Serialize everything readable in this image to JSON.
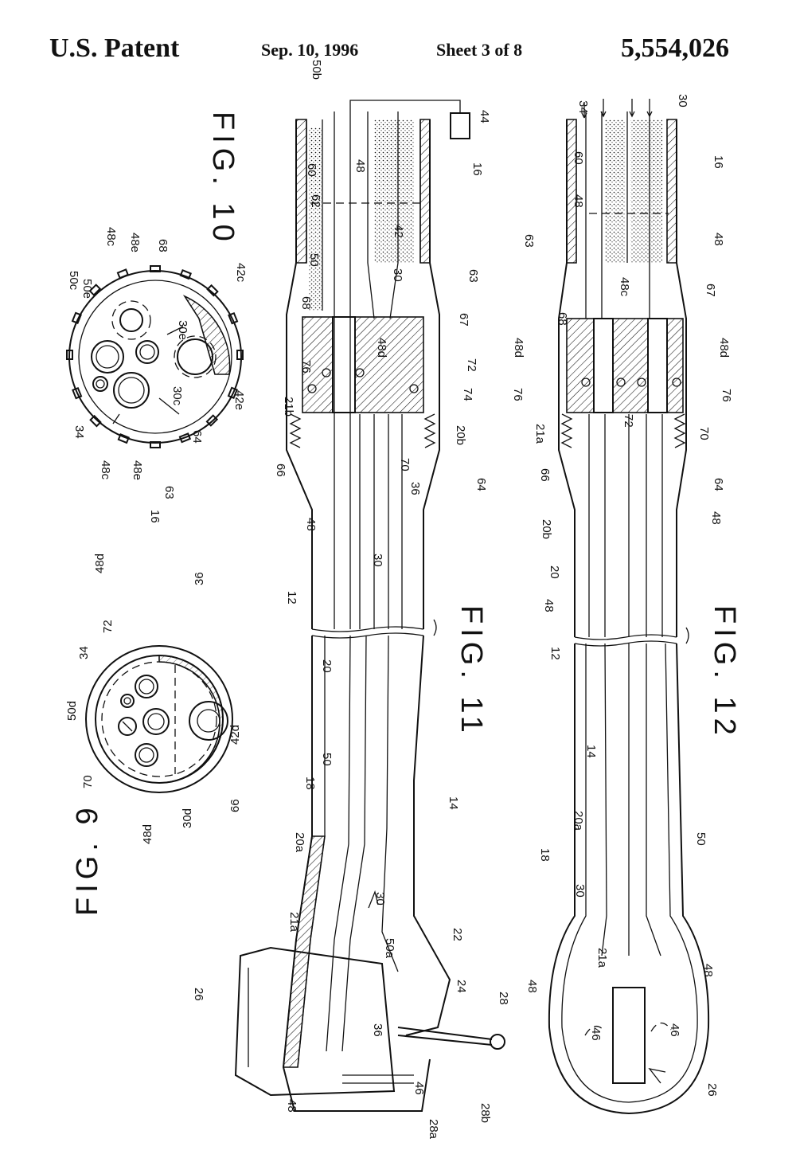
{
  "header": {
    "left": "U.S. Patent",
    "date": "Sep. 10, 1996",
    "sheet": "Sheet 3 of 8",
    "number": "5,554,026"
  },
  "figures": {
    "fig9": {
      "title": "FIG. 9",
      "labels": [
        "72",
        "48d",
        "36",
        "34",
        "50d",
        "42d",
        "70",
        "48d",
        "30d",
        "66"
      ]
    },
    "fig10": {
      "title": "FIG. 10",
      "labels": [
        "50c",
        "50e",
        "48c",
        "48e",
        "68",
        "30e",
        "42c",
        "34",
        "30c",
        "42e",
        "48c",
        "48e",
        "64",
        "63",
        "16"
      ]
    },
    "fig11": {
      "title": "FIG. 11",
      "labels": [
        "50b",
        "44",
        "60",
        "48",
        "16",
        "62",
        "42",
        "50",
        "30",
        "63",
        "68",
        "67",
        "76",
        "48d",
        "72",
        "74",
        "21b",
        "20b",
        "70",
        "66",
        "64",
        "36",
        "48",
        "30",
        "12",
        "20",
        "50",
        "14",
        "18",
        "20a",
        "21a",
        "30",
        "50a",
        "22",
        "24",
        "26",
        "36",
        "28",
        "48",
        "46",
        "28a",
        "28b"
      ]
    },
    "fig12": {
      "title": "FIG. 12",
      "labels": [
        "34",
        "30",
        "60",
        "16",
        "48",
        "48",
        "63",
        "48c",
        "67",
        "68",
        "48d",
        "48d",
        "76",
        "76",
        "21a",
        "72",
        "70",
        "66",
        "64",
        "20b",
        "20",
        "48",
        "48",
        "12",
        "14",
        "20a",
        "50",
        "18",
        "30",
        "21a",
        "48",
        "48",
        "46",
        "46",
        "26"
      ]
    }
  },
  "colors": {
    "ink": "#111111",
    "paper": "#ffffff"
  }
}
